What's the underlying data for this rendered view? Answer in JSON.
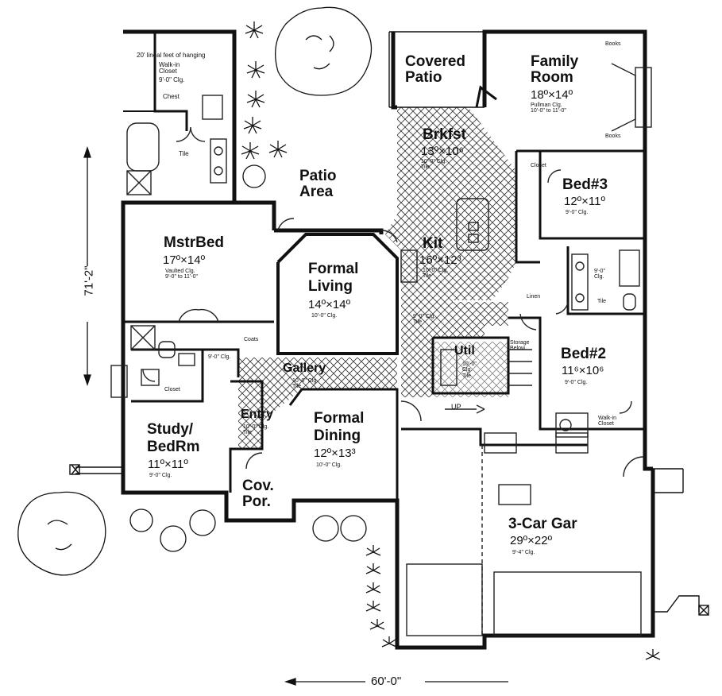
{
  "rooms": {
    "walkin_closet_master": {
      "note": "20' lineal feet of hanging",
      "name": "Walk-in\nCloset",
      "ceiling": "9'-0\" Clg."
    },
    "chest": "Chest",
    "tile_master_bath": "Tile",
    "covered_patio": "Covered\nPatio",
    "family_room": {
      "name": "Family\nRoom",
      "dims": "18º×14º",
      "ceiling": "Pullman Clg.\n10'-0\" to 11'-0\""
    },
    "books_top": "Books",
    "books_bottom": "Books",
    "brkfst": {
      "name": "Brkfst",
      "dims": "13º×10⁶",
      "ceiling": "10'-0\" Clg.\nTile"
    },
    "patio_area": "Patio\nArea",
    "closet_bed3": "Closet",
    "bed3": {
      "name": "Bed#3",
      "dims": "12º×11º",
      "ceiling": "9'-0\" Clg."
    },
    "mstr_bed": {
      "name": "MstrBed",
      "dims": "17º×14º",
      "ceiling": "Vaulted Clg.\n9'-0\" to 11'-0\""
    },
    "formal_living": {
      "name": "Formal\nLiving",
      "dims": "14º×14º",
      "ceiling": "10'-0\" Clg."
    },
    "kit": {
      "name": "Kit",
      "dims": "16º×12³",
      "ceiling": "10'-0\" Clg.\nTile"
    },
    "bath2_ceiling": "9'-0\"\nClg.",
    "tile_bath2": "Tile",
    "linen": "Linen",
    "hall_ceiling_east": "9'-0\" Clg.\nTile",
    "coats": "Coats",
    "hall_ceiling_west": "9'-0\" Clg.",
    "util": {
      "name": "Util",
      "ceiling": "10'-0\"\nClg.\nTile"
    },
    "storage_below": "Storage\nBelow",
    "bed2": {
      "name": "Bed#2",
      "dims": "11⁶×10⁶",
      "ceiling": "9'-0\" Clg."
    },
    "gallery": {
      "name": "Gallery",
      "ceiling": "10'-0\" Clg.\nTile"
    },
    "closet_study": "Closet",
    "up": "UP",
    "walkin_closet_bed2": "Walk-in\nCloset",
    "entry": {
      "name": "Entry",
      "ceiling": "10'-0\" Clg.\nTile"
    },
    "formal_dining": {
      "name": "Formal\nDining",
      "dims": "12º×13³",
      "ceiling": "10'-0\" Clg."
    },
    "study": {
      "name": "Study/\nBedRm",
      "dims": "11º×11º",
      "ceiling": "9'-0\" Clg."
    },
    "cov_por": "Cov.\nPor.",
    "garage": {
      "name": "3-Car Gar",
      "dims": "29º×22º",
      "ceiling": "9'-4\" Clg."
    }
  },
  "overall": {
    "depth": "71'-2\"",
    "width": "60'-0\""
  }
}
